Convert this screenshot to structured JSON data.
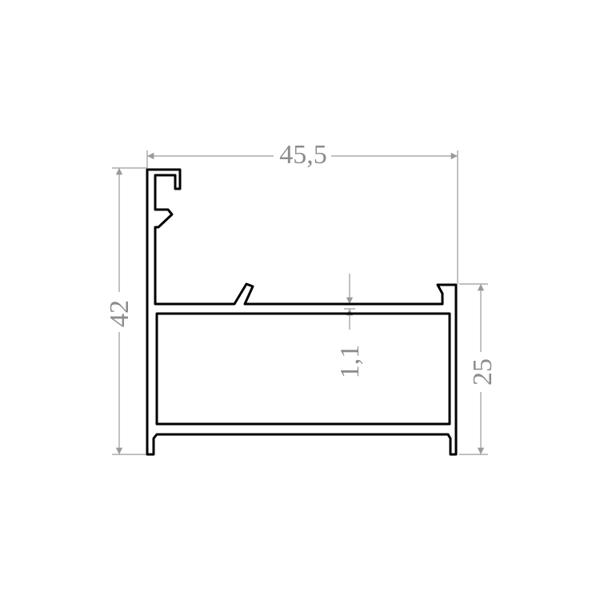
{
  "drawing": {
    "dimensions": {
      "width_label": "45,5",
      "height_label": "42",
      "right_height_label": "25",
      "wall_thickness_label": "1,1"
    },
    "colors": {
      "profile_stroke": "#000000",
      "dimension": "#9a9a9a",
      "background": "#ffffff"
    }
  }
}
